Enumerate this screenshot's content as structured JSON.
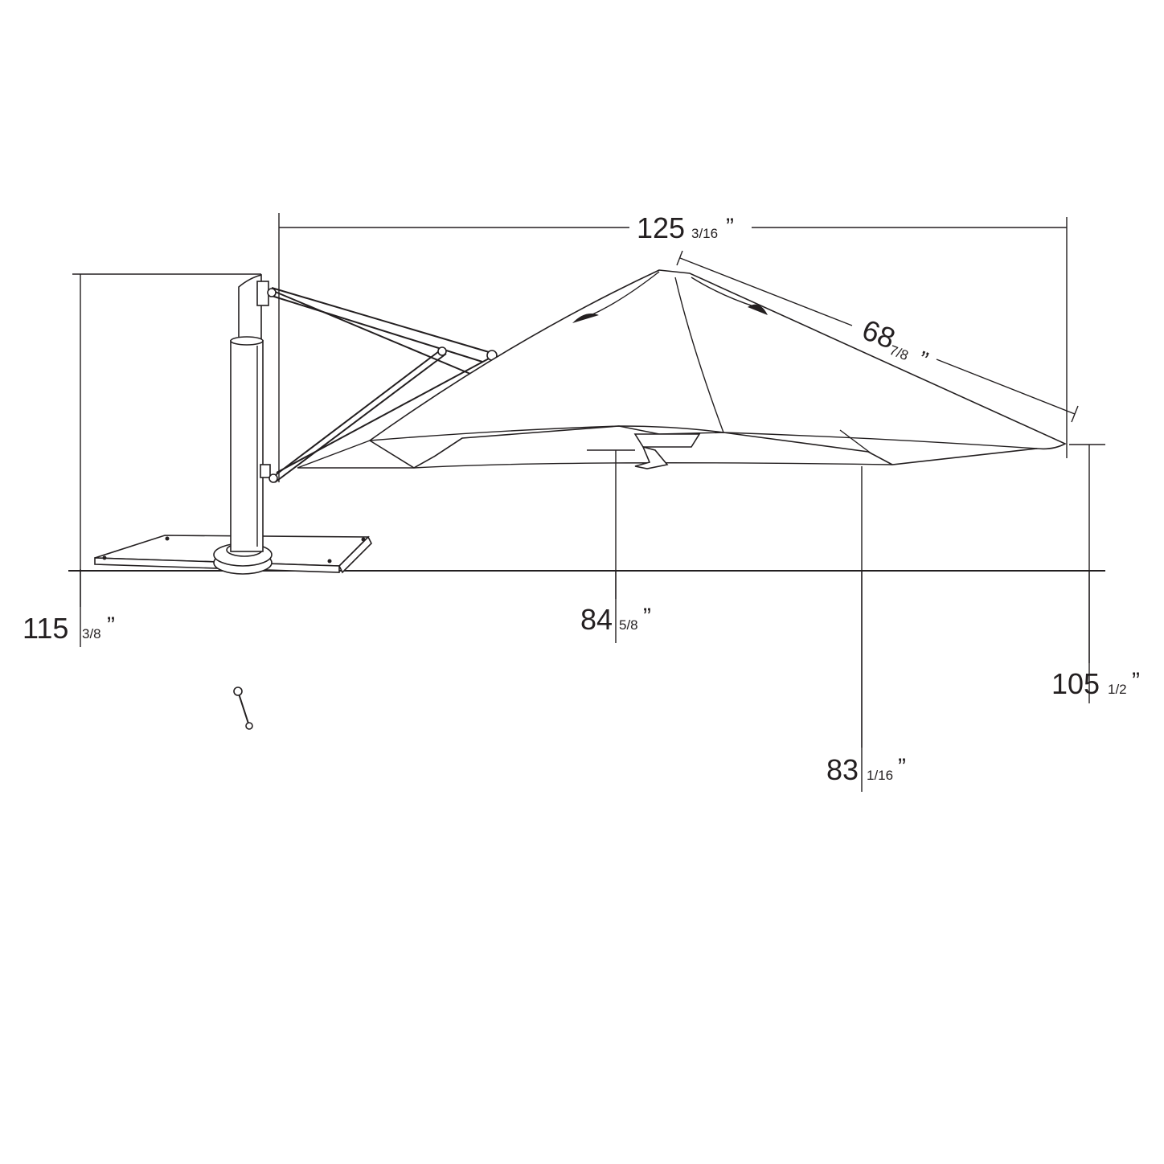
{
  "dimensions": {
    "overall_width": {
      "whole": "125",
      "fraction": "3/16",
      "unit": "”"
    },
    "rib_length": {
      "whole": "68",
      "fraction": "7/8",
      "unit": "”"
    },
    "overall_height": {
      "whole": "115",
      "fraction": "3/8",
      "unit": "”"
    },
    "hub_clearance": {
      "whole": "84",
      "fraction": "5/8",
      "unit": "”"
    },
    "canopy_edge_clearance": {
      "whole": "83",
      "fraction": "1/16",
      "unit": "”"
    },
    "tip_height": {
      "whole": "105",
      "fraction": "1/2",
      "unit": "”"
    }
  },
  "colors": {
    "line": "#231f20",
    "background": "#ffffff"
  }
}
